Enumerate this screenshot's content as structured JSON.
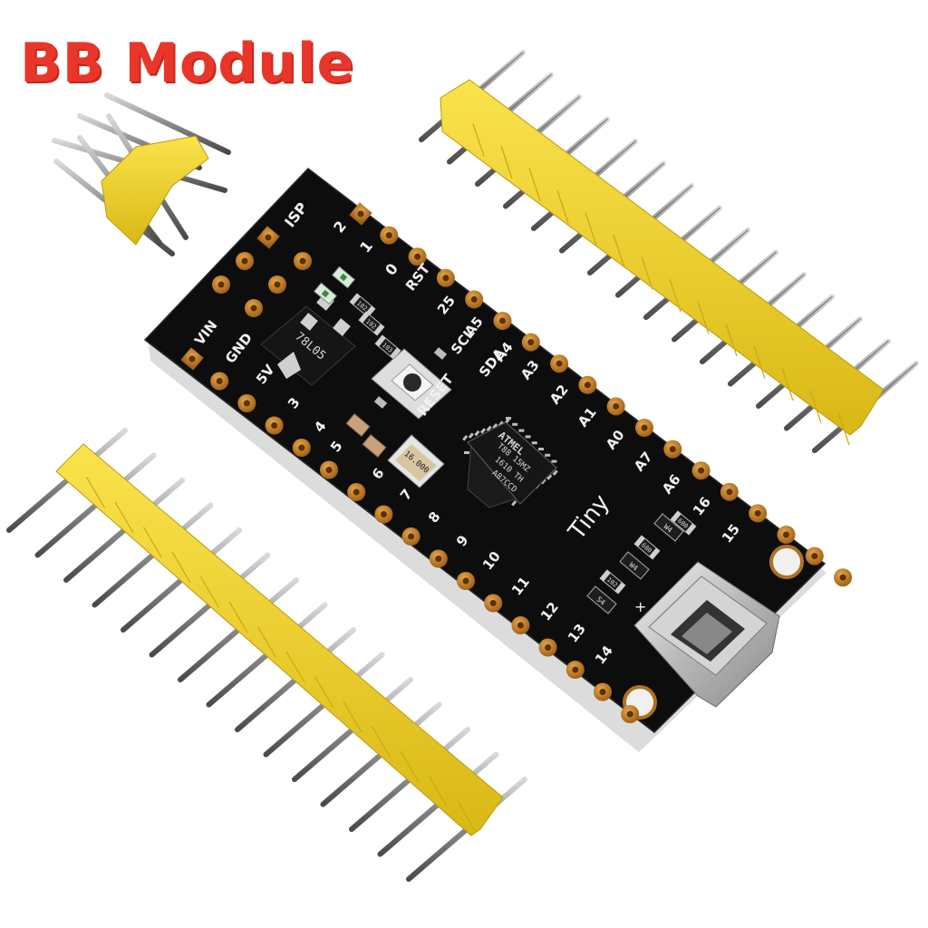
{
  "title": "BB Module",
  "board": {
    "pin_labels": {
      "isp": "ISP",
      "p2": "2",
      "p1": "1",
      "p0": "0",
      "rst": "RST",
      "p25": "25",
      "a5": "A5",
      "scl": "SCL",
      "a4": "A4",
      "sda": "SDA",
      "a3": "A3",
      "a2": "A2",
      "a1": "A1",
      "a0": "A0",
      "a7": "A7",
      "a6": "A6",
      "p16": "16",
      "p15": "15",
      "vin": "VIN",
      "gnd": "GND",
      "v5": "5V",
      "p3": "3",
      "p4": "4",
      "p5": "5",
      "p6": "6",
      "p7": "7",
      "p8": "8",
      "p9": "9",
      "p10": "10",
      "p11": "11",
      "p12": "12",
      "p13": "13",
      "p14": "14"
    },
    "reset_label": "RESET",
    "brand": "Tiny",
    "regulator_marking": "78L05",
    "chip_marking": {
      "logo": "ATMEL",
      "line1": "T88 15MZ",
      "line2": "1610 TH",
      "line3": "A87CCD"
    },
    "crystal_marking": "16.000",
    "resistor_markings": [
      "102",
      "102",
      "103",
      "102",
      "680",
      "680"
    ],
    "diode_markings": [
      "W4",
      "W4",
      "S4"
    ],
    "plus_sign": "+",
    "colors": {
      "title": "#e8372a",
      "pcb": "#0d0d0d",
      "pad": "#c07a22",
      "header_plastic": "#f0d42b",
      "pin_metal": "#8c8c8c"
    }
  }
}
